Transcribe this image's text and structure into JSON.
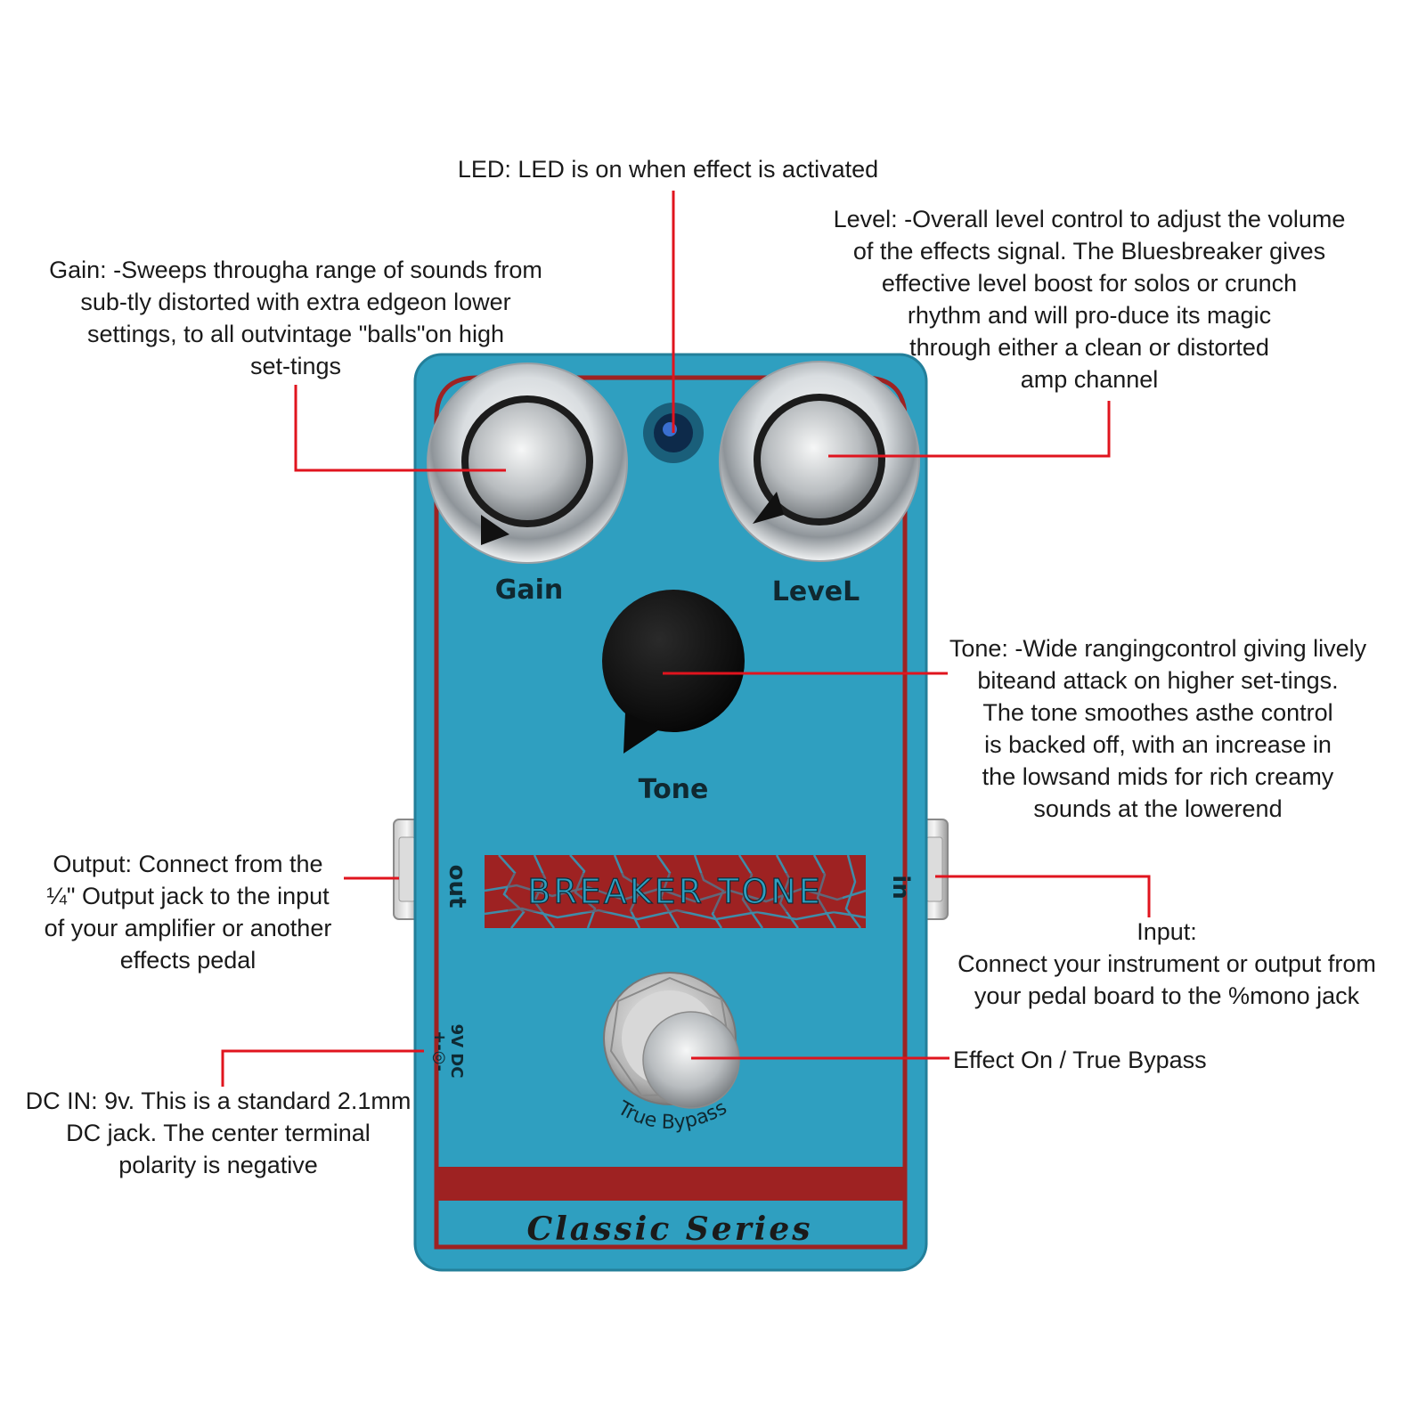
{
  "pedal": {
    "knob_gain_label": "Gain",
    "knob_level_label": "LeveL",
    "knob_tone_label": "Tone",
    "logo": "BREAKER TONE",
    "jack_out_label": "out",
    "jack_in_label": "in",
    "dc_label": "9V DC",
    "dc_polarity": "+-◎-",
    "footswitch_label": "True Bypass",
    "series_label": "Classic Series",
    "colors": {
      "body": "#2f9fc0",
      "border_red": "#9e2222",
      "leader_red": "#e0141e"
    }
  },
  "callouts": {
    "led": {
      "lines": [
        "LED: LED is on when effect is activated"
      ]
    },
    "gain": {
      "lines": [
        "Gain: -Sweeps througha range of sounds from",
        "sub-tly distorted with extra edgeon lower",
        "settings, to all outvintage \"balls\"on high",
        "set-tings"
      ]
    },
    "level": {
      "lines": [
        "Level: -Overall level control to adjust the volume",
        "of the effects signal. The Bluesbreaker gives",
        "effective level boost for solos or crunch",
        "rhythm and will pro-duce its magic",
        "through either a clean or distorted",
        "amp channel"
      ]
    },
    "tone": {
      "lines": [
        "Tone: -Wide rangingcontrol giving lively",
        "biteand attack on higher set-tings.",
        "The tone smoothes asthe control",
        "is backed off, with an increase in",
        "the lowsand mids for rich creamy",
        "sounds at the lowerend"
      ]
    },
    "output": {
      "lines": [
        "Output: Connect from the",
        "¼\" Output jack to the input",
        "of your amplifier or another",
        "effects pedal"
      ]
    },
    "input": {
      "lines": [
        "Input:",
        "Connect your instrument or output from",
        "your pedal board to the %mono jack"
      ]
    },
    "effect": {
      "lines": [
        "Effect On / True Bypass"
      ]
    },
    "dc": {
      "lines": [
        "DC IN: 9v. This is a standard 2.1mm",
        "DC jack. The center terminal",
        "polarity is negative"
      ]
    }
  }
}
